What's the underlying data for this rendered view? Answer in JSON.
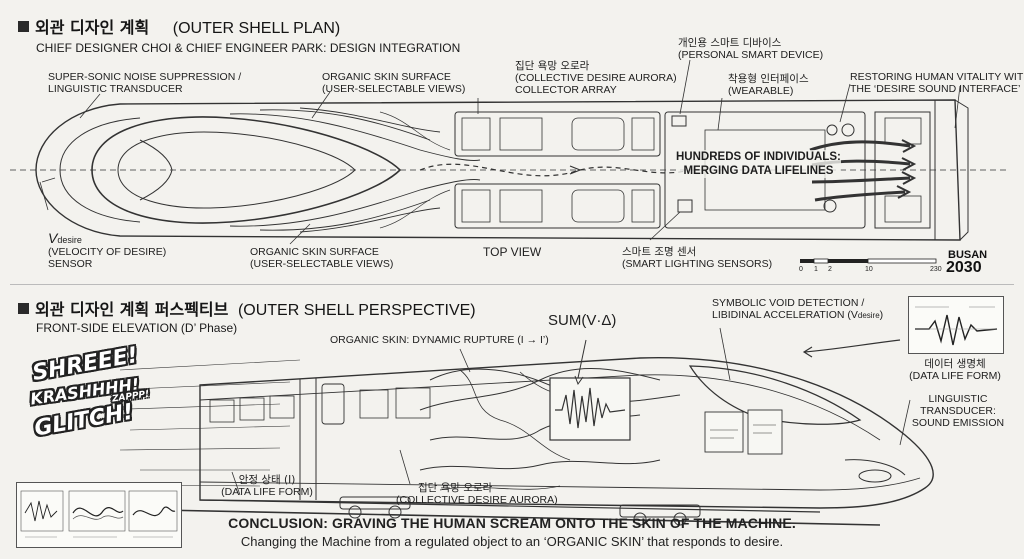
{
  "top": {
    "title_ko": "외관 디자인 계획",
    "title_en": "(OUTER SHELL PLAN)",
    "subtitle": "CHIEF DESIGNER CHOI & CHIEF ENGINEER PARK: DESIGN INTEGRATION",
    "labels": {
      "noise_1": "SUPER-SONIC NOISE SUPPRESSION /",
      "noise_2": "LINGUISTIC TRANSDUCER",
      "skin_top_1": "ORGANIC SKIN SURFACE",
      "skin_top_2": "(USER-SELECTABLE VIEWS)",
      "aurora_ko": "집단 욕망 오로라",
      "aurora_en": "(COLLECTIVE DESIRE AURORA)",
      "aurora_arr": "COLLECTOR ARRAY",
      "device_ko": "개인용 스마트 디바이스",
      "device_en": "(PERSONAL SMART DEVICE)",
      "wear_ko": "착용형 인터페이스",
      "wear_en": "(WEARABLE)",
      "vital_1": "RESTORING HUMAN VITALITY WITH",
      "vital_2": "THE ‘DESIRE SOUND INTERFACE’",
      "hundreds_1": "HUNDREDS OF INDIVIDUALS:",
      "hundreds_2": "MERGING DATA LIFELINES",
      "v_main": "V",
      "v_sub": "desire",
      "v_1": "(VELOCITY OF DESIRE)",
      "v_2": "SENSOR",
      "skin_bot_1": "ORGANIC SKIN SURFACE",
      "skin_bot_2": "(USER-SELECTABLE VIEWS)",
      "top_view": "TOP VIEW",
      "light_ko": "스마트 조명 센서",
      "light_en": "(SMART LIGHTING SENSORS)"
    },
    "brand_1": "BUSAN",
    "brand_2": "2030",
    "scale": [
      "0",
      "1",
      "2",
      "10",
      "230"
    ]
  },
  "bottom": {
    "title_ko": "외관 디자인 계획 퍼스펙티브",
    "title_en": "(OUTER SHELL PERSPECTIVE)",
    "subtitle": "FRONT-SIDE ELEVATION (D’ Phase)",
    "labels": {
      "rupture": "ORGANIC SKIN: DYNAMIC RUPTURE (I → I’)",
      "sum": "SUM(V·Δ)",
      "void_1": "SYMBOLIC VOID DETECTION /",
      "void_2": "LIBIDINAL ACCELERATION (V",
      "void_sub": "desire",
      "void_close": ")",
      "life_ko": "데이터 생명체",
      "life_en": "(DATA LIFE FORM)",
      "ling_1": "LINGUISTIC",
      "ling_2": "TRANSDUCER:",
      "ling_3": "SOUND EMISSION",
      "stable_ko": "안정 상태 (I)",
      "stable_en": "(DATA LIFE FORM)",
      "aurora_ko": "집단 욕망 오로라",
      "aurora_en": "(COLLECTIVE DESIRE AURORA)"
    },
    "sfx": [
      "SHREEE!",
      "KRASHHHH!",
      "ZAPPP!",
      "GLITCH!"
    ]
  },
  "conclusion": {
    "line1": "CONCLUSION: GRAVING THE HUMAN SCREAM ONTO THE SKIN OF THE MACHINE.",
    "line2": "Changing the Machine from a regulated object to an ‘ORGANIC SKIN’ that responds to desire."
  },
  "colors": {
    "ink": "#222222",
    "paper": "#f3f2ee"
  }
}
